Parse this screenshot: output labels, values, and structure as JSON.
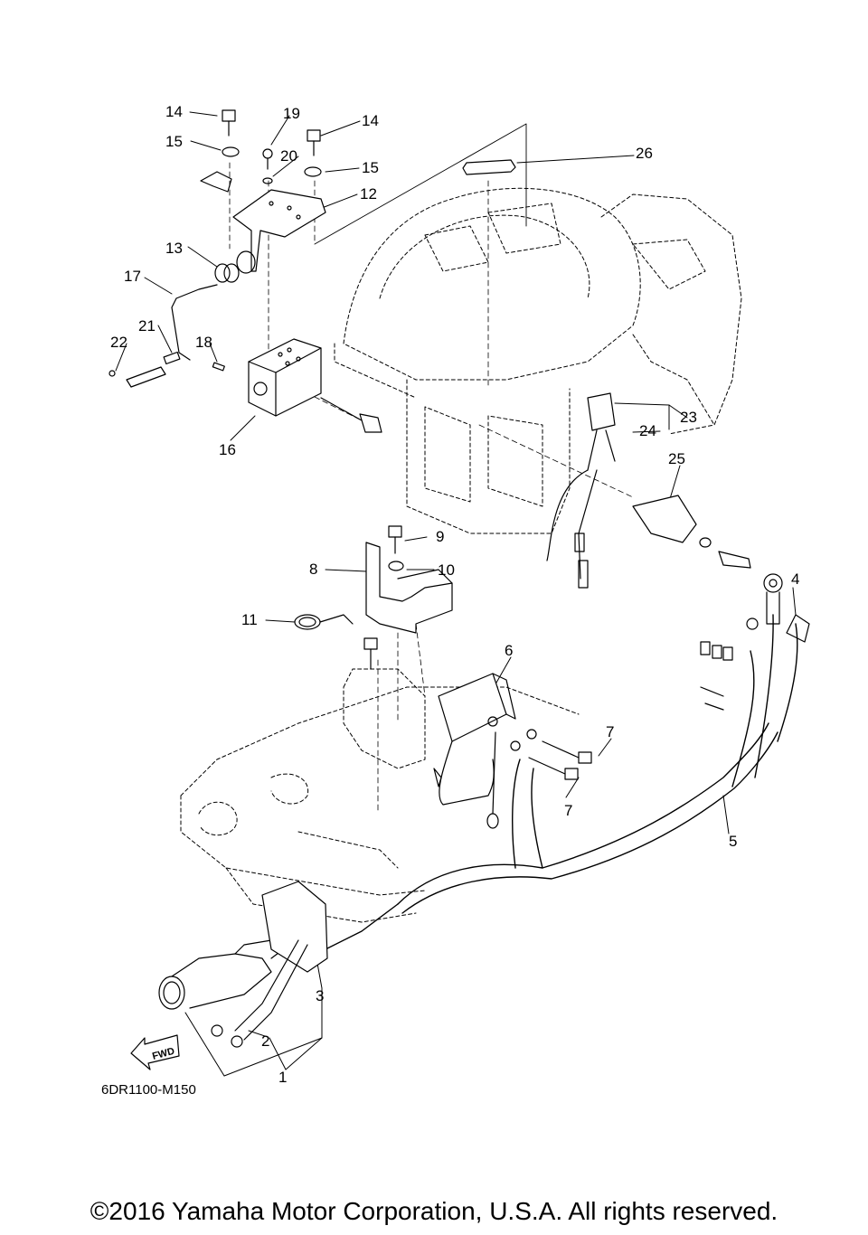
{
  "callouts": {
    "c1": "1",
    "c2": "2",
    "c3": "3",
    "c4": "4",
    "c5": "5",
    "c6": "6",
    "c7a": "7",
    "c7b": "7",
    "c8": "8",
    "c9": "9",
    "c10": "10",
    "c11": "11",
    "c12": "12",
    "c13": "13",
    "c14a": "14",
    "c14b": "14",
    "c15a": "15",
    "c15b": "15",
    "c16": "16",
    "c17": "17",
    "c18": "18",
    "c19": "19",
    "c20": "20",
    "c21": "21",
    "c22": "22",
    "c23": "23",
    "c24": "24",
    "c25": "25",
    "c26": "26"
  },
  "fwd_label": "FWD",
  "diagram_code": "6DR1100-M150",
  "copyright": "©2016 Yamaha Motor Corporation, U.S.A. All rights reserved.",
  "colors": {
    "line": "#000000",
    "background": "#ffffff"
  }
}
